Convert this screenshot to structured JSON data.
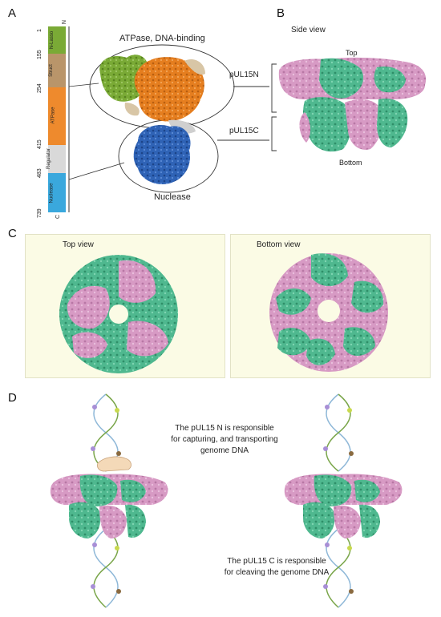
{
  "panels": {
    "a": "A",
    "b": "B",
    "c": "C",
    "d": "D"
  },
  "domain_bar": {
    "n_term": "N",
    "c_term": "C",
    "residues": [
      "1",
      "155",
      "254",
      "415",
      "483",
      "739"
    ],
    "segments": [
      {
        "label": "N-Lasso",
        "color": "#7aaa36"
      },
      {
        "label": "Struct",
        "color": "#b9956a"
      },
      {
        "label": "ATPase",
        "color": "#ee8a2d"
      },
      {
        "label": "Regulator",
        "color": "#d9d9d9"
      },
      {
        "label": "Nuclease",
        "color": "#3aa8dd"
      }
    ]
  },
  "panel_a": {
    "atpase_label": "ATPase, DNA-binding",
    "nuclease_label": "Nuclease",
    "pul15n": "pUL15N",
    "pul15c": "pUL15C"
  },
  "panel_b": {
    "title": "Side view",
    "top": "Top",
    "bottom": "Bottom"
  },
  "panel_c": {
    "top_view": "Top view",
    "bottom_view": "Bottom view"
  },
  "panel_d": {
    "text_n": [
      "The pUL15 N is responsible",
      "for capturing, and transporting",
      "genome DNA"
    ],
    "text_c": [
      "The pUL15 C is responsible",
      "for cleaving the genome DNA"
    ]
  },
  "colors": {
    "pink": "#d79ac4",
    "teal": "#4fb88f",
    "green": "#7aaa36",
    "orange": "#e57e1f",
    "blue": "#2f63b6",
    "tan": "#d8c6a6",
    "panel_c_bg": "#fbfbe5"
  }
}
